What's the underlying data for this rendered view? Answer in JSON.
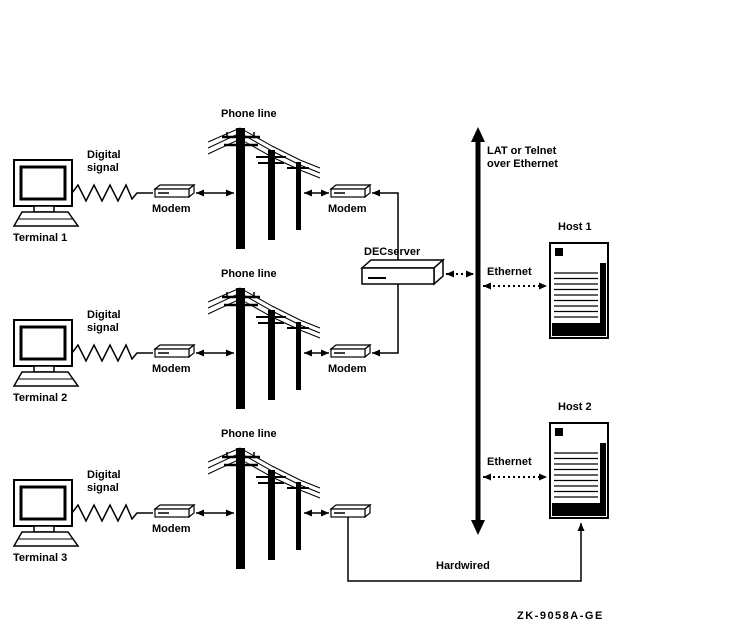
{
  "diagram": {
    "caption": "ZK-9058A-GE",
    "backbone_label": "LAT or Telnet\nover Ethernet",
    "decserver_label": "DECserver",
    "hardwired_label": "Hardwired",
    "rows": [
      {
        "terminal": "Terminal 1",
        "digital_signal": "Digital\nsignal",
        "phone_line": "Phone line",
        "modem_left": "Modem",
        "modem_right": "Modem"
      },
      {
        "terminal": "Terminal 2",
        "digital_signal": "Digital\nsignal",
        "phone_line": "Phone line",
        "modem_left": "Modem",
        "modem_right": "Modem"
      },
      {
        "terminal": "Terminal 3",
        "digital_signal": "Digital\nsignal",
        "phone_line": "Phone line",
        "modem_left": "Modem"
      }
    ],
    "hosts": [
      {
        "name": "Host 1",
        "link_label": "Ethernet"
      },
      {
        "name": "Host 2",
        "link_label": "Ethernet"
      }
    ],
    "colors": {
      "ink": "#000000",
      "paper": "#ffffff"
    }
  }
}
